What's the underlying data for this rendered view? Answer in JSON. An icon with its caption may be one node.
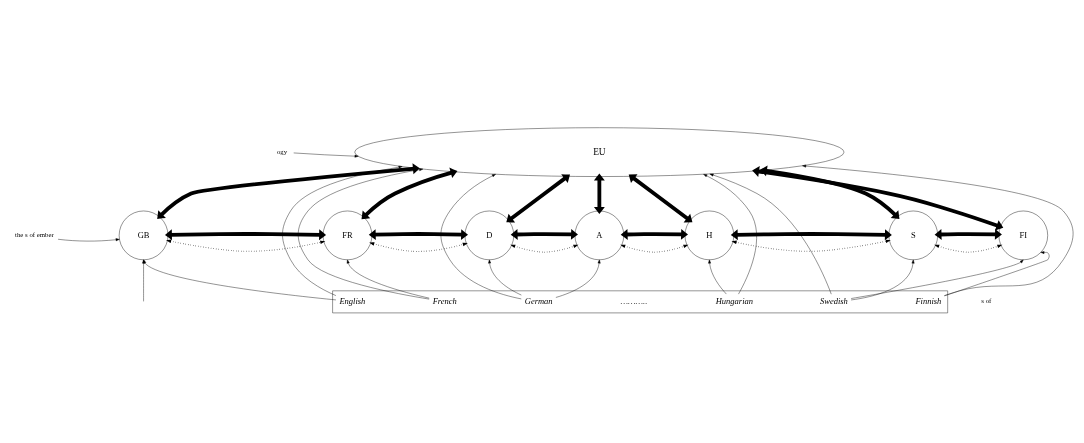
{
  "diagram": {
    "nodes": [
      {
        "text": [
          "EU"
        ]
      },
      {
        "text": [
          "GB"
        ]
      },
      {
        "text": [
          "FR"
        ]
      },
      {
        "text": [
          "D"
        ]
      },
      {
        "text": [
          "A"
        ]
      },
      {
        "text": [
          "H"
        ]
      },
      {
        "text": [
          "S"
        ]
      },
      {
        "text": [
          "FI"
        ]
      },
      {
        "text": [],
        "shape": "box"
      },
      {
        "text": [
          "English"
        ],
        "in": 8
      },
      {
        "text": [
          "French"
        ],
        "in": 8
      },
      {
        "text": [
          "German"
        ],
        "in": 8
      },
      {
        "text": [
          "……….."
        ],
        "in": 8
      },
      {
        "text": [
          "Hungarian"
        ],
        "in": 8
      },
      {
        "text": [
          "Swedish"
        ],
        "in": 8
      },
      {
        "text": [
          "Finnish"
        ],
        "in": 8
      },
      {
        "text": [
          "ogy"
        ]
      },
      {
        "text": [
          "the s of ember"
        ]
      }
    ],
    "edges": [
      {
        "from": 1,
        "to": 0,
        "arrow": "both",
        "style": "thick"
      },
      {
        "from": 2,
        "to": 0,
        "arrow": "both",
        "style": "thick"
      },
      {
        "from": 3,
        "to": 0,
        "arrow": "both",
        "style": "thick"
      },
      {
        "from": 4,
        "to": 0,
        "arrow": "both",
        "style": "thick"
      },
      {
        "from": 5,
        "to": 0,
        "arrow": "both",
        "style": "thick"
      },
      {
        "from": 6,
        "to": 0,
        "arrow": "both",
        "style": "thick"
      },
      {
        "from": 7,
        "to": 0,
        "arrow": "both",
        "style": "thick"
      },
      {
        "from": 1,
        "to": 2,
        "arrow": "both",
        "style": "thick"
      },
      {
        "from": 2,
        "to": 3,
        "arrow": "both",
        "style": "thick"
      },
      {
        "from": 3,
        "to": 4,
        "arrow": "both",
        "style": "thick"
      },
      {
        "from": 4,
        "to": 5,
        "arrow": "both",
        "style": "thick"
      },
      {
        "from": 5,
        "to": 6,
        "arrow": "both",
        "style": "thick"
      },
      {
        "from": 6,
        "to": 7,
        "arrow": "both",
        "style": "thick"
      },
      {
        "from": 1,
        "to": 2,
        "arrow": "both",
        "style": "dashed"
      },
      {
        "from": 2,
        "to": 3,
        "arrow": "both",
        "style": "dashed"
      },
      {
        "from": 3,
        "to": 4,
        "arrow": "both",
        "style": "dashed"
      },
      {
        "from": 4,
        "to": 5,
        "arrow": "both",
        "style": "dashed"
      },
      {
        "from": 5,
        "to": 6,
        "arrow": "both",
        "style": "dashed"
      },
      {
        "from": 6,
        "to": 7,
        "arrow": "both",
        "style": "dashed"
      },
      {
        "from": 9,
        "to": 1,
        "arrow": "to"
      },
      {
        "from": 9,
        "to": 0,
        "arrow": "to"
      },
      {
        "from": 10,
        "to": 2,
        "arrow": "to"
      },
      {
        "from": 10,
        "to": 0,
        "arrow": "to"
      },
      {
        "from": 11,
        "to": 3,
        "arrow": "to"
      },
      {
        "from": 11,
        "to": 0,
        "arrow": "to"
      },
      {
        "from": 11,
        "to": 4,
        "arrow": "to"
      },
      {
        "from": 13,
        "to": 5,
        "arrow": "to"
      },
      {
        "from": 13,
        "to": 0,
        "arrow": "to"
      },
      {
        "from": 14,
        "to": 6,
        "arrow": "to"
      },
      {
        "from": 14,
        "to": 0,
        "arrow": "to"
      },
      {
        "from": 14,
        "to": 7,
        "arrow": "to"
      },
      {
        "from": 15,
        "to": 7,
        "arrow": "to"
      },
      {
        "from": 15,
        "to": 0,
        "arrow": "to"
      },
      {
        "from": 16,
        "to": 0,
        "arrow": "to"
      },
      {
        "from": 17,
        "to": 1,
        "arrow": "to"
      },
      {
        "from": null,
        "to": 1,
        "arrow": "to"
      }
    ],
    "labels": [
      "s of"
    ]
  }
}
